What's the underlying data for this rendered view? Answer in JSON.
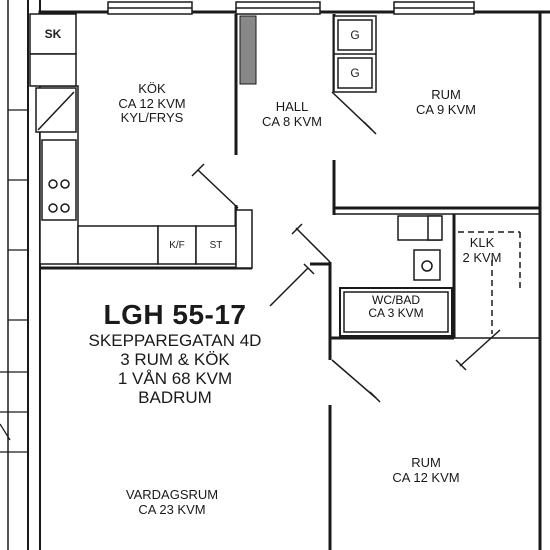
{
  "plan": {
    "markers": {
      "sk": "SK",
      "g_top": "G",
      "g_bottom": "G",
      "kf": "K/F",
      "st": "ST"
    },
    "rooms": {
      "kok": {
        "name": "KÖK",
        "area": "CA 12 KVM",
        "extra": "KYL/FRYS"
      },
      "hall": {
        "name": "HALL",
        "area": "CA 8 KVM"
      },
      "rum_top": {
        "name": "RUM",
        "area": "CA 9 KVM"
      },
      "klk": {
        "name": "KLK",
        "area": "2 KVM"
      },
      "wc": {
        "name": "WC/BAD",
        "area": "CA 3 KVM"
      },
      "rum_bottom": {
        "name": "RUM",
        "area": "CA 12 KVM"
      },
      "vardagsrum": {
        "name": "VARDAGSRUM",
        "area": "CA 23 KVM"
      }
    },
    "apartment": {
      "title": "LGH 55-17",
      "lines": [
        "SKEPPAREGATAN 4D",
        "3 RUM & KÖK",
        "1 VÅN 68 KVM",
        "BADRUM"
      ]
    }
  }
}
